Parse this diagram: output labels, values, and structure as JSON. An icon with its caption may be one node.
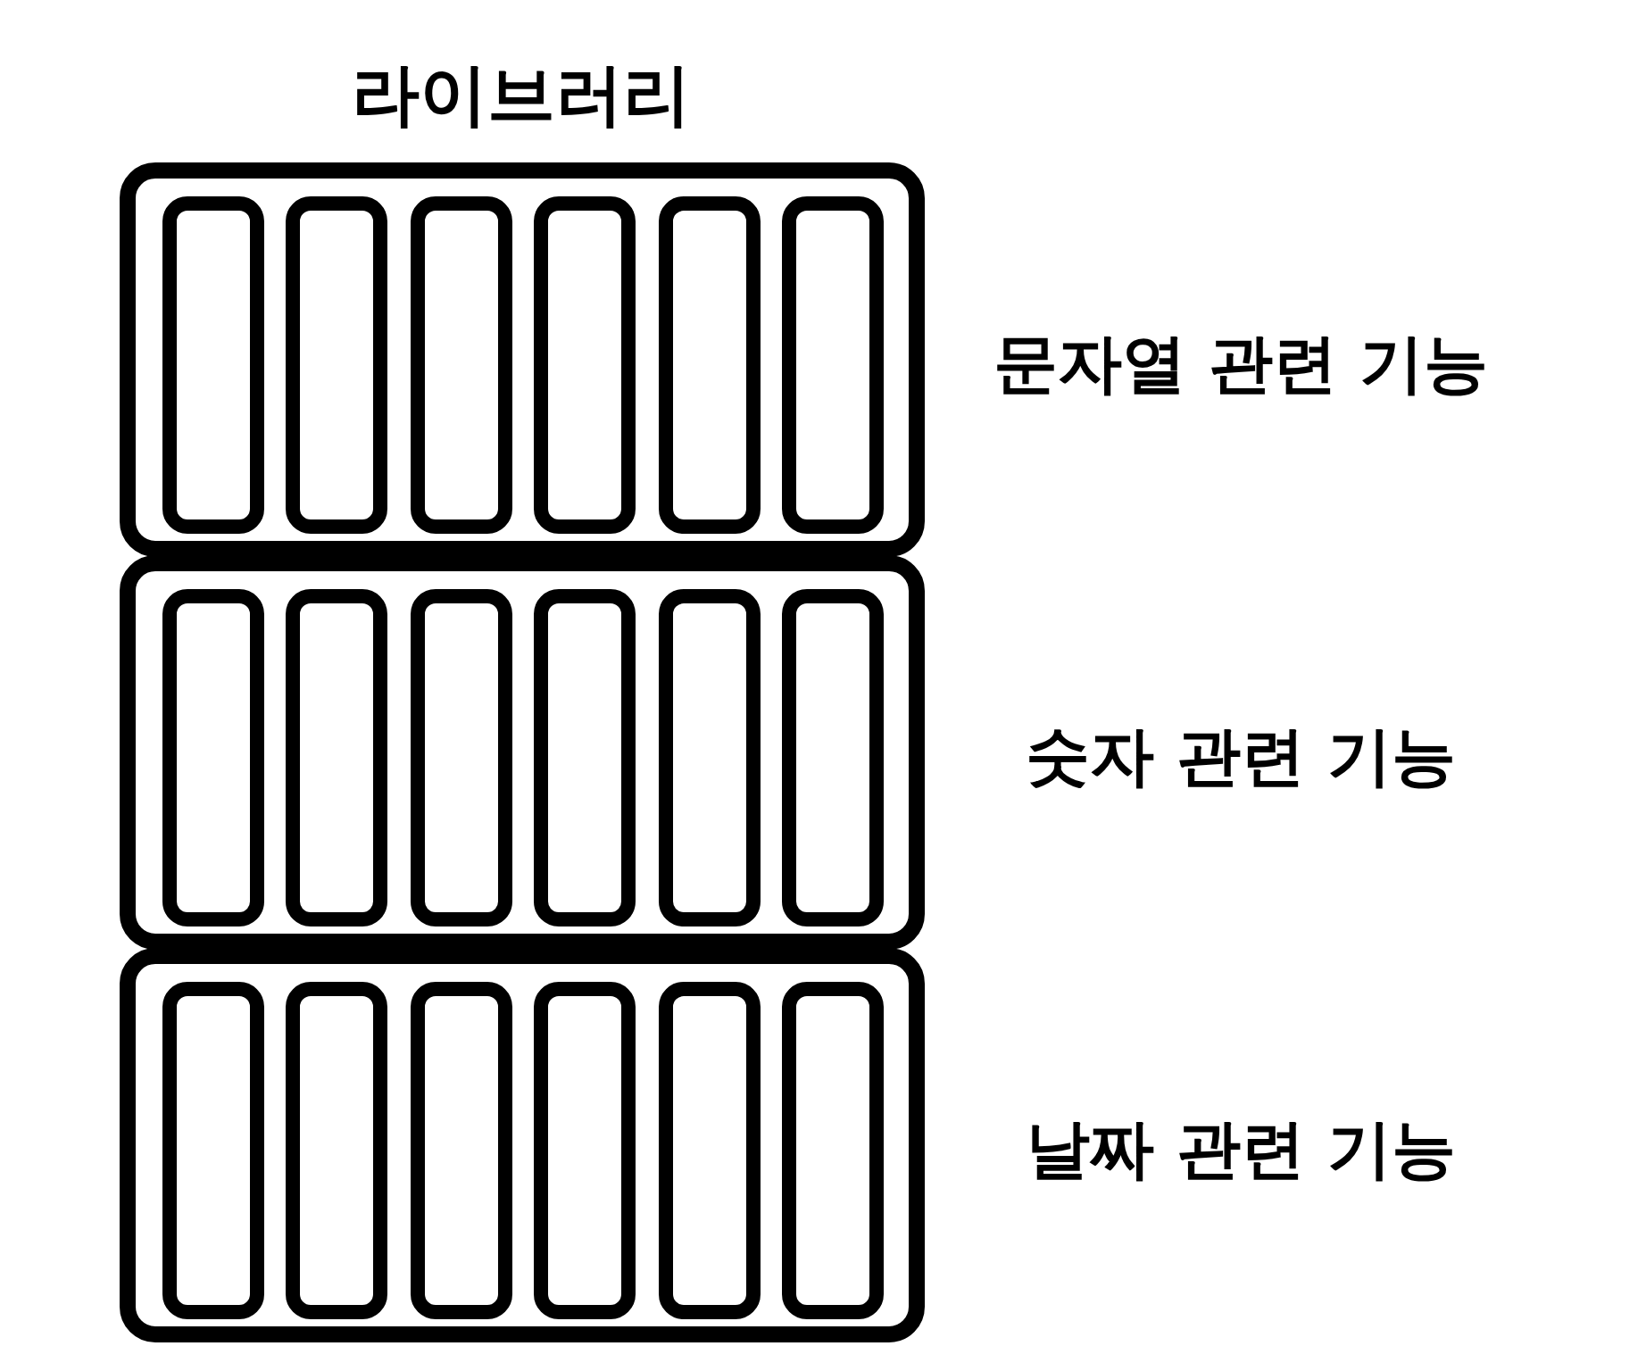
{
  "diagram": {
    "title": "라이브러리",
    "nodes": [
      {
        "text": [],
        "shape": "box",
        "beside": [
          "문자열 관련 기능"
        ]
      },
      {
        "text": [],
        "shape": "bar",
        "in": 0
      },
      {
        "text": [],
        "shape": "bar",
        "in": 0
      },
      {
        "text": [],
        "shape": "bar",
        "in": 0
      },
      {
        "text": [],
        "shape": "bar",
        "in": 0
      },
      {
        "text": [],
        "shape": "bar",
        "in": 0
      },
      {
        "text": [],
        "shape": "bar",
        "in": 0
      },
      {
        "text": [],
        "shape": "box",
        "beside": [
          "숫자 관련 기능"
        ]
      },
      {
        "text": [],
        "shape": "bar",
        "in": 7
      },
      {
        "text": [],
        "shape": "bar",
        "in": 7
      },
      {
        "text": [],
        "shape": "bar",
        "in": 7
      },
      {
        "text": [],
        "shape": "bar",
        "in": 7
      },
      {
        "text": [],
        "shape": "bar",
        "in": 7
      },
      {
        "text": [],
        "shape": "bar",
        "in": 7
      },
      {
        "text": [],
        "shape": "box",
        "beside": [
          "날짜 관련 기능"
        ]
      },
      {
        "text": [],
        "shape": "bar",
        "in": 14
      },
      {
        "text": [],
        "shape": "bar",
        "in": 14
      },
      {
        "text": [],
        "shape": "bar",
        "in": 14
      },
      {
        "text": [],
        "shape": "bar",
        "in": 14
      },
      {
        "text": [],
        "shape": "bar",
        "in": 14
      },
      {
        "text": [],
        "shape": "bar",
        "in": 14
      }
    ]
  }
}
